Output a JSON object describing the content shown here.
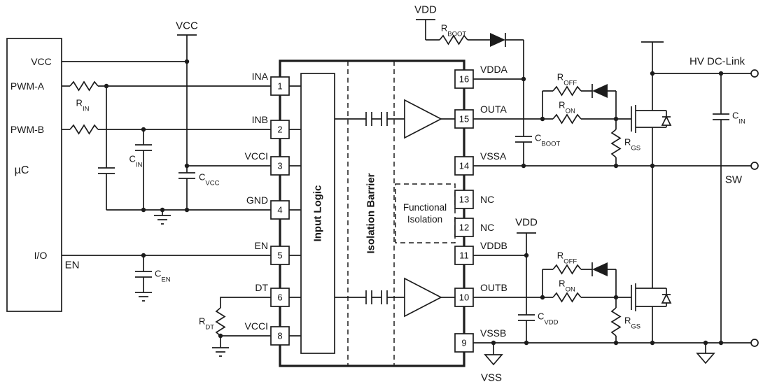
{
  "colors": {
    "wire": "#1c1c1c",
    "background": "#ffffff"
  },
  "mcu": {
    "label": "µC",
    "vcc": "VCC",
    "pwm_a": "PWM-A",
    "pwm_b": "PWM-B",
    "io": "I/O"
  },
  "nets": {
    "vcc_top": "VCC",
    "vdd_top": "VDD",
    "vdd_mid": "VDD",
    "en": "EN",
    "sw": "SW",
    "vss": "VSS",
    "hv_dc_link": "HV DC-Link"
  },
  "ic": {
    "input_logic": "Input Logic",
    "isolation_barrier": "Isolation Barrier",
    "functional_isolation_line1": "Functional",
    "functional_isolation_line2": "Isolation",
    "left_pins": [
      {
        "num": "1",
        "name": "INA"
      },
      {
        "num": "2",
        "name": "INB"
      },
      {
        "num": "3",
        "name": "VCCI"
      },
      {
        "num": "4",
        "name": "GND"
      },
      {
        "num": "5",
        "name": "EN"
      },
      {
        "num": "6",
        "name": "DT"
      },
      {
        "num": "8",
        "name": "VCCI"
      }
    ],
    "right_pins": [
      {
        "num": "16",
        "name": "VDDA"
      },
      {
        "num": "15",
        "name": "OUTA"
      },
      {
        "num": "14",
        "name": "VSSA"
      },
      {
        "num": "13",
        "name": "NC"
      },
      {
        "num": "12",
        "name": "NC"
      },
      {
        "num": "11",
        "name": "VDDB"
      },
      {
        "num": "10",
        "name": "OUTB"
      },
      {
        "num": "9",
        "name": "VSSB"
      }
    ]
  },
  "components": {
    "r_in": {
      "name": "R",
      "sub": "IN"
    },
    "c_in_left": {
      "name": "C",
      "sub": "IN"
    },
    "c_vcc": {
      "name": "C",
      "sub": "VCC"
    },
    "c_en": {
      "name": "C",
      "sub": "EN"
    },
    "r_dt": {
      "name": "R",
      "sub": "DT"
    },
    "r_boot": {
      "name": "R",
      "sub": "BOOT"
    },
    "c_boot": {
      "name": "C",
      "sub": "BOOT"
    },
    "r_off_a": {
      "name": "R",
      "sub": "OFF"
    },
    "r_on_a": {
      "name": "R",
      "sub": "ON"
    },
    "r_gs_a": {
      "name": "R",
      "sub": "GS"
    },
    "r_off_b": {
      "name": "R",
      "sub": "OFF"
    },
    "r_on_b": {
      "name": "R",
      "sub": "ON"
    },
    "r_gs_b": {
      "name": "R",
      "sub": "GS"
    },
    "c_vdd": {
      "name": "C",
      "sub": "VDD"
    },
    "c_in_right": {
      "name": "C",
      "sub": "IN"
    }
  }
}
